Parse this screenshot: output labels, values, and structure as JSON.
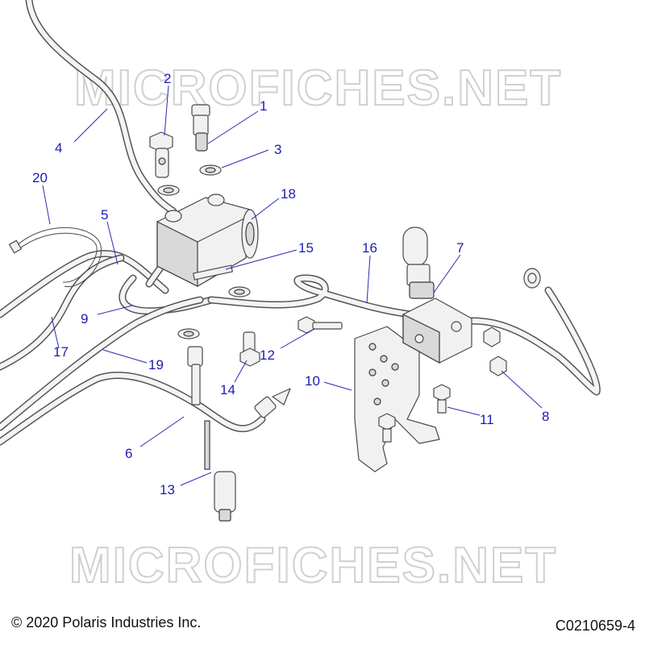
{
  "watermark": "MICROFICHES.NET",
  "footer": {
    "copyright": "© 2020 Polaris Industries Inc.",
    "figure_id": "C0210659-4"
  },
  "callouts": {
    "c1": "1",
    "c2": "2",
    "c3": "3",
    "c4": "4",
    "c5": "5",
    "c6": "6",
    "c7": "7",
    "c8": "8",
    "c9": "9",
    "c10": "10",
    "c11": "11",
    "c12": "12",
    "c13": "13",
    "c14": "14",
    "c15": "15",
    "c16": "16",
    "c17": "17",
    "c18": "18",
    "c19": "19",
    "c20": "20"
  },
  "colors": {
    "callout": "#1c1cb4",
    "line": "#4a4a4a",
    "watermark": "#d0d0d0"
  }
}
